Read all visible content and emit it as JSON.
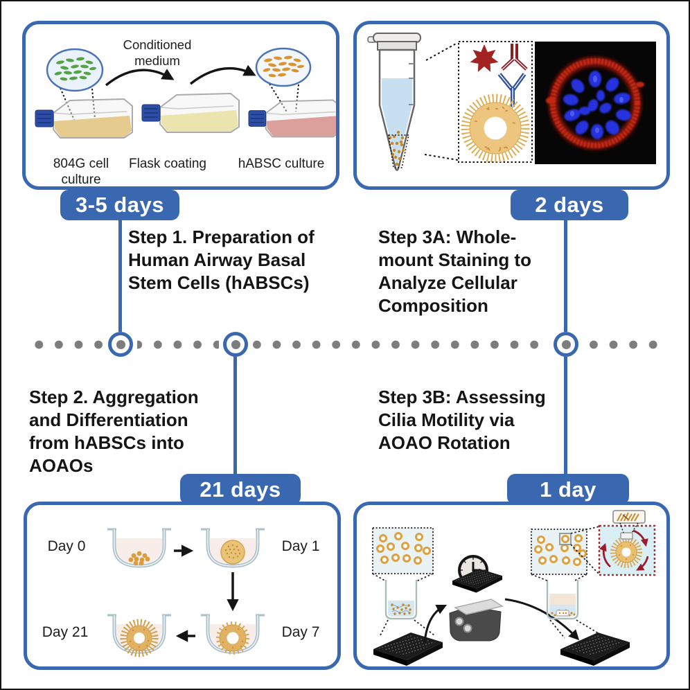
{
  "figure": {
    "kind": "protocol graphical abstract",
    "topic": "Airway organoid (AOAO) workflow"
  },
  "colors": {
    "accent_blue": "#3a68b0",
    "timeline_dot_gray": "#7d7d7d",
    "text_black": "#151515",
    "badge_text": "#ffffff",
    "organoid_tan": "#eac478",
    "cilia_gold": "#d9a850",
    "fluorescence_red": "#c22510",
    "fluorescence_blue": "#2a35e0",
    "antibody_dark_red": "#8c1f26",
    "antibody_blue": "#2e4fa3",
    "flask_medium_amber": "#dfae3e",
    "flask_medium_yellow": "#e7da7a",
    "flask_medium_red": "#cc6058"
  },
  "timeline": {
    "dot_count": 32,
    "marker_count": 3
  },
  "steps": {
    "step1": {
      "title": "Step 1. Preparation of\nHuman Airway Basal\nStem Cells (hABSCs)",
      "duration_badge": "3-5 days",
      "labels": {
        "arrow": "Conditioned\nmedium",
        "flask1": "804G cell\nculture",
        "flask2": "Flask coating",
        "flask3": "hABSC culture"
      }
    },
    "step2": {
      "title": "Step 2. Aggregation\nand Differentiation\nfrom hABSCs into\nAOAOs",
      "duration_badge": "21 days",
      "labels": {
        "well1": "Day 0",
        "well2": "Day 1",
        "well3": "Day 7",
        "well4": "Day 21"
      }
    },
    "step3a": {
      "title": "Step 3A: Whole-\nmount Staining to\nAnalyze Cellular\nComposition",
      "duration_badge": "2 days"
    },
    "step3b": {
      "title": "Step 3B: Assessing\nCilia Motility via\nAOAO Rotation",
      "duration_badge": "1 day"
    }
  }
}
